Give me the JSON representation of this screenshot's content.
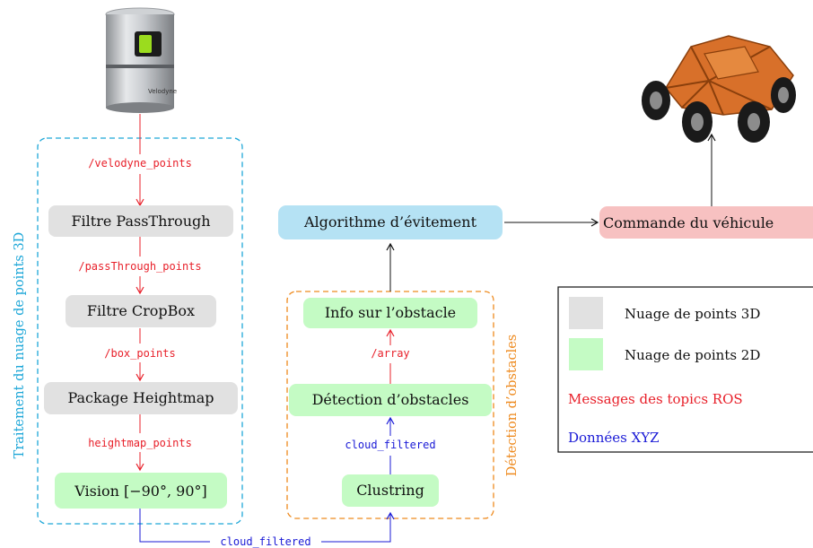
{
  "colors": {
    "gray_node": "#e1e1e1",
    "green_node": "#c4fbc4",
    "blue_node": "#b5e2f4",
    "red_node": "#f7c1c1",
    "topic_red": "#e8202a",
    "xyz_blue": "#1a1ad6",
    "group_cyan": "#1ea7d8",
    "group_orange": "#ee8a1e"
  },
  "groups": {
    "pointcloud_3d": "Traitement du nuage de points 3D",
    "obstacles": "Détection d’obstacles"
  },
  "nodes": {
    "passthrough": "Filtre PassThrough",
    "cropbox": "Filtre CropBox",
    "heightmap": "Package Heightmap",
    "vision": "Vision [−90°, 90°]",
    "clustering": "Clustring",
    "detection": "Détection d’obstacles",
    "info": "Info sur l’obstacle",
    "algorithm": "Algorithme d’évitement",
    "command": "Commande du véhicule"
  },
  "topics": {
    "velodyne": "/velodyne_points",
    "passthrough": "/passThrough_points",
    "box": "/box_points",
    "heightmap": "heightmap_points",
    "array": "/array"
  },
  "xyz": {
    "bottom": "cloud_filtered",
    "middle": "cloud_filtered"
  },
  "images": {
    "sensor": "velodyne-lidar-sensor",
    "sensor_brand": "Velodyne",
    "vehicle": "buggy-vehicle"
  },
  "legend": {
    "gray": "Nuage de points 3D",
    "green": "Nuage de points 2D",
    "red": "Messages des topics ROS",
    "blue": "Données XYZ"
  }
}
